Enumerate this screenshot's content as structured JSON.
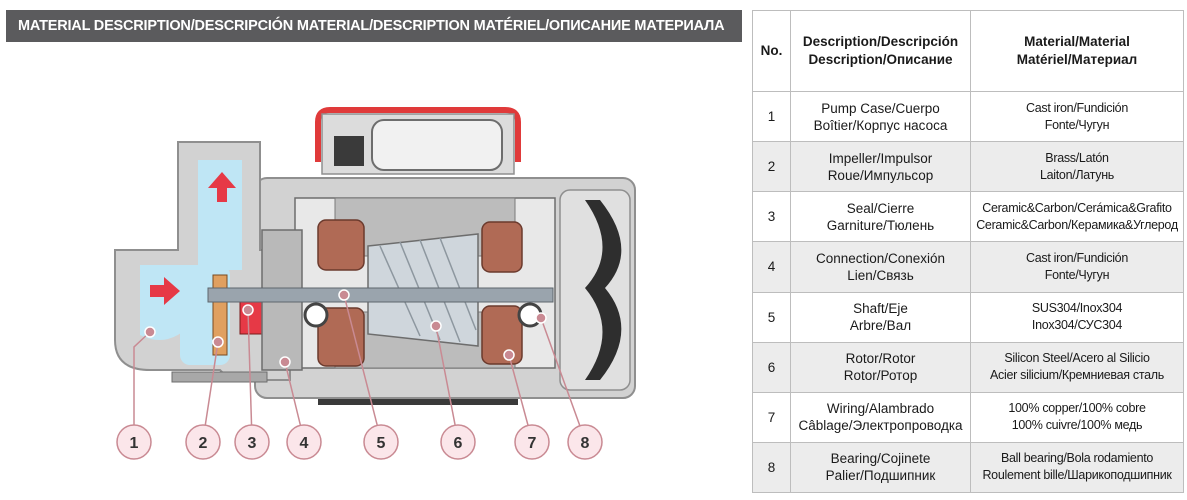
{
  "header": {
    "title": "MATERIAL DESCRIPTION/DESCRIPCIÓN MATERIAL/DESCRIPTION MATÉRIEL/ОПИСАНИЕ МАТЕРИАЛА"
  },
  "diagram": {
    "callouts": [
      "1",
      "2",
      "3",
      "4",
      "5",
      "6",
      "7",
      "8"
    ]
  },
  "table": {
    "headers": {
      "no": "No.",
      "description": [
        "Description/Descripción",
        "Description/Описание"
      ],
      "material": [
        "Material/Material",
        "Matériel/Материал"
      ]
    },
    "rows": [
      {
        "no": "1",
        "description": [
          "Pump Case/Cuerpo",
          "Boîtier/Корпус насоса"
        ],
        "material": [
          "Cast iron/Fundición",
          "Fonte/Чугун"
        ]
      },
      {
        "no": "2",
        "description": [
          "Impeller/Impulsor",
          "Roue/Импульсор"
        ],
        "material": [
          "Brass/Latón",
          "Laiton/Латунь"
        ]
      },
      {
        "no": "3",
        "description": [
          "Seal/Cierre",
          "Garniture/Тюлень"
        ],
        "material": [
          "Ceramic&Carbon/Cerámica&Grafito",
          "Ceramic&Carbon/Керамика&Углерод"
        ]
      },
      {
        "no": "4",
        "description": [
          "Connection/Conexión",
          "Lien/Связь"
        ],
        "material": [
          "Cast iron/Fundición",
          "Fonte/Чугун"
        ]
      },
      {
        "no": "5",
        "description": [
          "Shaft/Eje",
          "Arbre/Вал"
        ],
        "material": [
          "SUS304/Inox304",
          "Inox304/СУС304"
        ]
      },
      {
        "no": "6",
        "description": [
          "Rotor/Rotor",
          "Rotor/Ротор"
        ],
        "material": [
          "Silicon Steel/Acero al Silicio",
          "Acier silicium/Кремниевая сталь"
        ]
      },
      {
        "no": "7",
        "description": [
          "Wiring/Alambrado",
          "Câblage/Электропроводка"
        ],
        "material": [
          "100% copper/100% cobre",
          "100% cuivre/100% медь"
        ]
      },
      {
        "no": "8",
        "description": [
          "Bearing/Cojinete",
          "Palier/Подшипник"
        ],
        "material": [
          "Ball bearing/Bola rodamiento",
          "Roulement bille/Шарикоподшипник"
        ]
      }
    ]
  },
  "colors": {
    "title_bar": "#5b5b5d",
    "casing": "#d2d2d2",
    "water": "#bfe6f5",
    "arrow": "#e63946",
    "copper": "#b06a55",
    "callout_fill": "#fbe6ea",
    "callout_stroke": "#c98a93",
    "leader_line": "#c98a93",
    "motor_cover": "#e03a3a"
  }
}
